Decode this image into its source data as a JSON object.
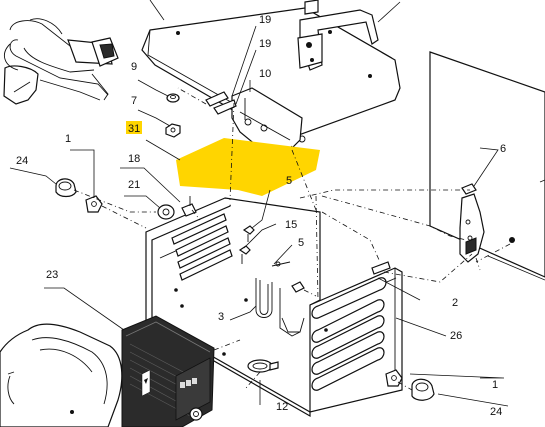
{
  "diagram": {
    "highlight_color": "#ffd500",
    "callouts": [
      "19",
      "19",
      "10",
      "9",
      "7",
      "31",
      "1",
      "18",
      "24",
      "21",
      "5",
      "6",
      "15",
      "5",
      "23",
      "3",
      "2",
      "26",
      "1",
      "12",
      "24"
    ]
  }
}
